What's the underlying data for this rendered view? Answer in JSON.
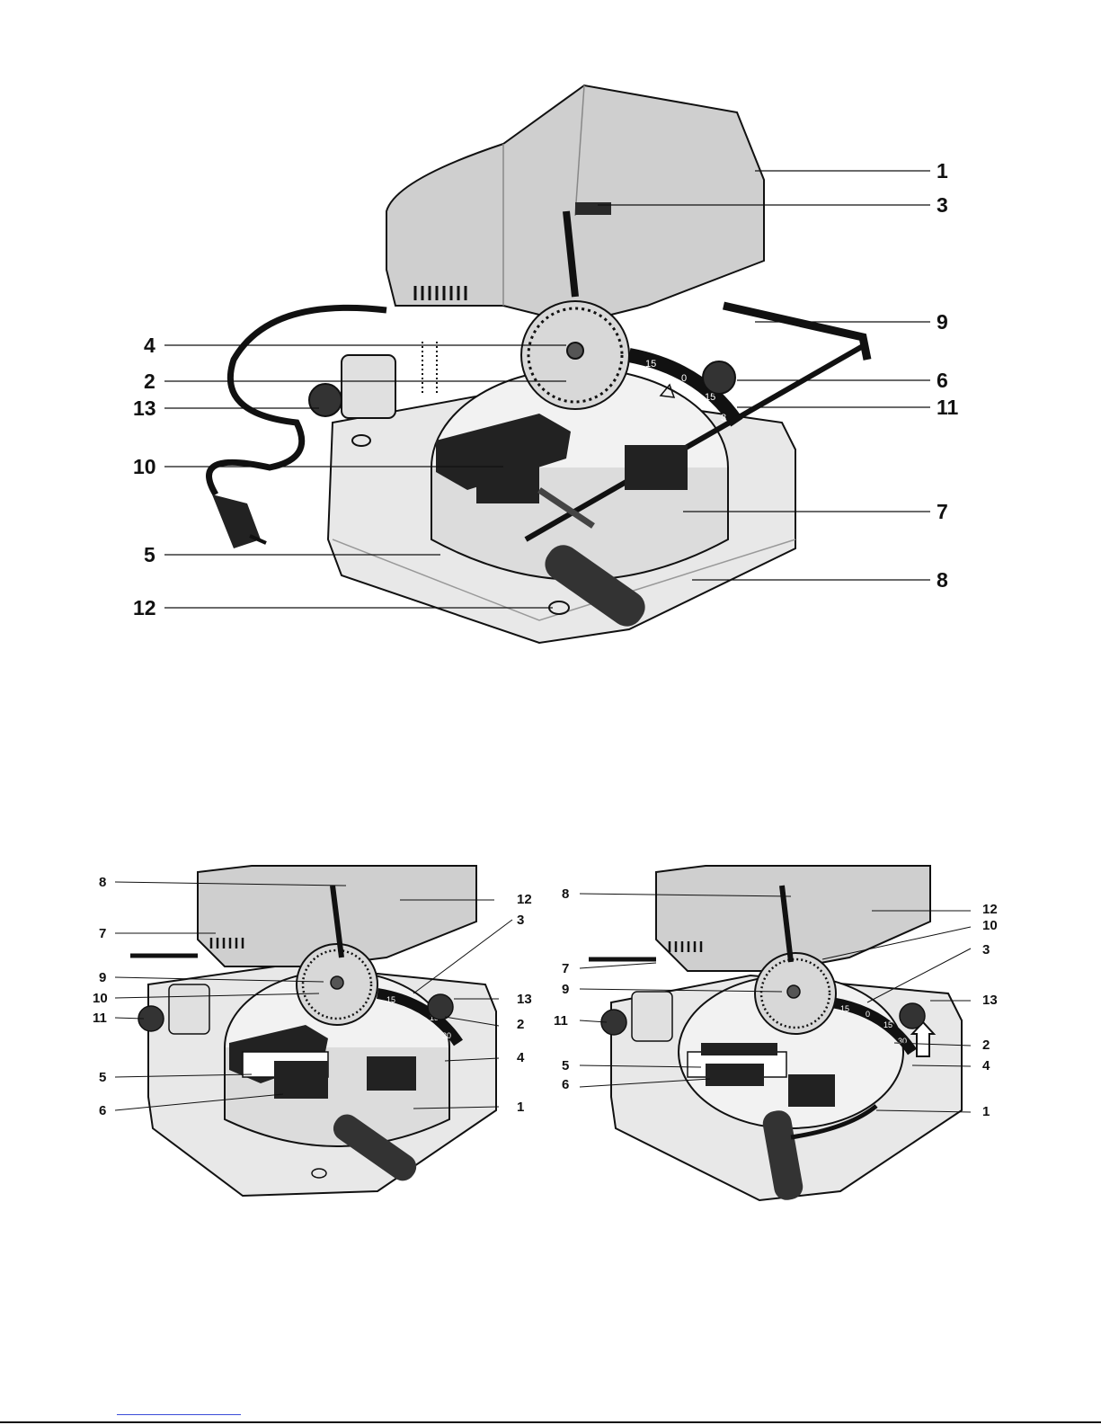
{
  "figure_1": {
    "callouts": [
      "1",
      "3",
      "9",
      "4",
      "2",
      "6",
      "13",
      "11",
      "10",
      "7",
      "5",
      "8",
      "12"
    ],
    "scale_marks": [
      "15",
      "0",
      "15",
      "3"
    ]
  },
  "figure_2": {
    "callouts": [
      "8",
      "12",
      "3",
      "7",
      "9",
      "10",
      "13",
      "11",
      "2",
      "4",
      "5",
      "6",
      "1"
    ],
    "scale_marks": [
      "15",
      "15",
      "30"
    ]
  },
  "figure_3": {
    "callouts": [
      "8",
      "12",
      "10",
      "3",
      "7",
      "9",
      "13",
      "11",
      "2",
      "4",
      "5",
      "6",
      "1"
    ],
    "scale_marks": [
      "15",
      "0",
      "15",
      "30"
    ]
  },
  "colors": {
    "ink": "#111111",
    "housing": "#cfcfcf",
    "housing_dark": "#8f8f8f",
    "base": "#e6e6e6",
    "metal": "#2a2a2a",
    "link": "#3b4dd8"
  }
}
